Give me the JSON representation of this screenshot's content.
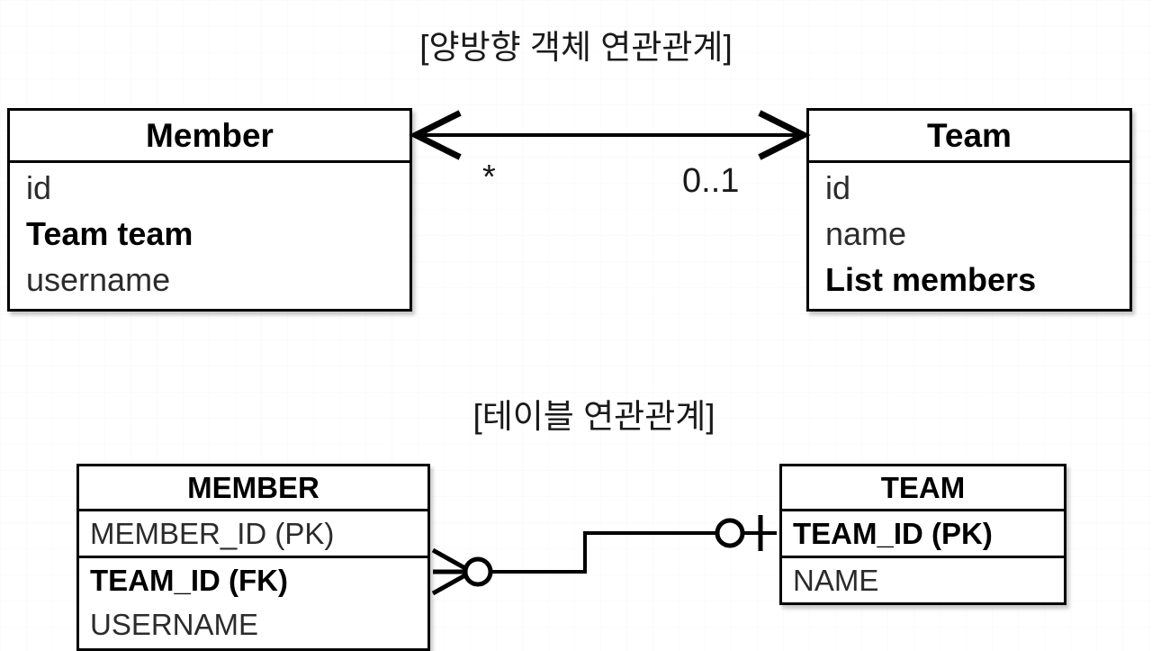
{
  "diagram": {
    "sections": [
      {
        "id": "object-association",
        "title": "[양방향 객체 연관관계]",
        "kind": "uml-class-diagram",
        "classes": [
          {
            "name": "Member",
            "attributes": [
              {
                "text": "id",
                "bold": false
              },
              {
                "text": "Team team",
                "bold": true
              },
              {
                "text": "username",
                "bold": false
              }
            ]
          },
          {
            "name": "Team",
            "attributes": [
              {
                "text": "id",
                "bold": false
              },
              {
                "text": "name",
                "bold": false
              },
              {
                "text": "List members",
                "bold": true
              }
            ]
          }
        ],
        "association": {
          "style": "bidirectional-open-arrow",
          "source_multiplicity": "*",
          "target_multiplicity": "0..1"
        }
      },
      {
        "id": "table-association",
        "title": "[테이블 연관관계]",
        "kind": "erd",
        "tables": [
          {
            "name": "MEMBER",
            "groups": [
              {
                "divided": true,
                "columns": [
                  {
                    "text": "MEMBER_ID (PK)",
                    "bold": false
                  }
                ]
              },
              {
                "divided": false,
                "columns": [
                  {
                    "text": "TEAM_ID (FK)",
                    "bold": true
                  },
                  {
                    "text": "USERNAME",
                    "bold": false
                  }
                ]
              }
            ]
          },
          {
            "name": "TEAM",
            "groups": [
              {
                "divided": true,
                "columns": [
                  {
                    "text": "TEAM_ID (PK)",
                    "bold": true
                  }
                ]
              },
              {
                "divided": false,
                "columns": [
                  {
                    "text": "NAME",
                    "bold": false
                  }
                ]
              }
            ]
          }
        ],
        "relationship": {
          "notation": "crows-foot",
          "member_side": "zero-or-many",
          "team_side": "zero-or-one"
        }
      }
    ],
    "colors": {
      "stroke": "#000000",
      "fill": "#ffffff",
      "text": "#1a1a1a",
      "muted_text": "#2b2b2b"
    }
  }
}
